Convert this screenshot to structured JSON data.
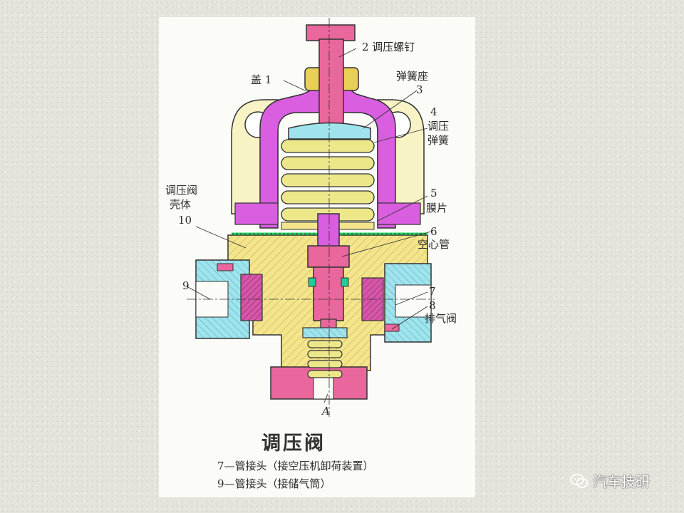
{
  "diagram": {
    "title": "调压阀",
    "labels": {
      "l2": "2 调压螺钉",
      "l1": "盖 1",
      "l3a": "弹簧座",
      "l3b": "3",
      "l4a": "4",
      "l4b": "调压",
      "l4c": "弹簧",
      "l10a": "调压阀",
      "l10b": "壳体",
      "l10c": "10",
      "l5a": "5",
      "l5b": "膜片",
      "l6a": "6",
      "l6b": "空心管",
      "l9": "9",
      "l7": "7",
      "l8": "8",
      "l8b": "排气阀",
      "lA": "A"
    },
    "captions": [
      "7—管接头（接空压机卸荷装置）",
      "9—管接头（接储气筒）"
    ]
  },
  "watermark": {
    "text": "汽车技研",
    "icon": "wechat-icon"
  },
  "colors": {
    "yellow": "#f4e58c",
    "pink": "#e9679c",
    "magenta": "#d95ee0",
    "cyan": "#9fe3ec",
    "light_yellow": "#f7f3c5",
    "coil": "#ece88a"
  }
}
